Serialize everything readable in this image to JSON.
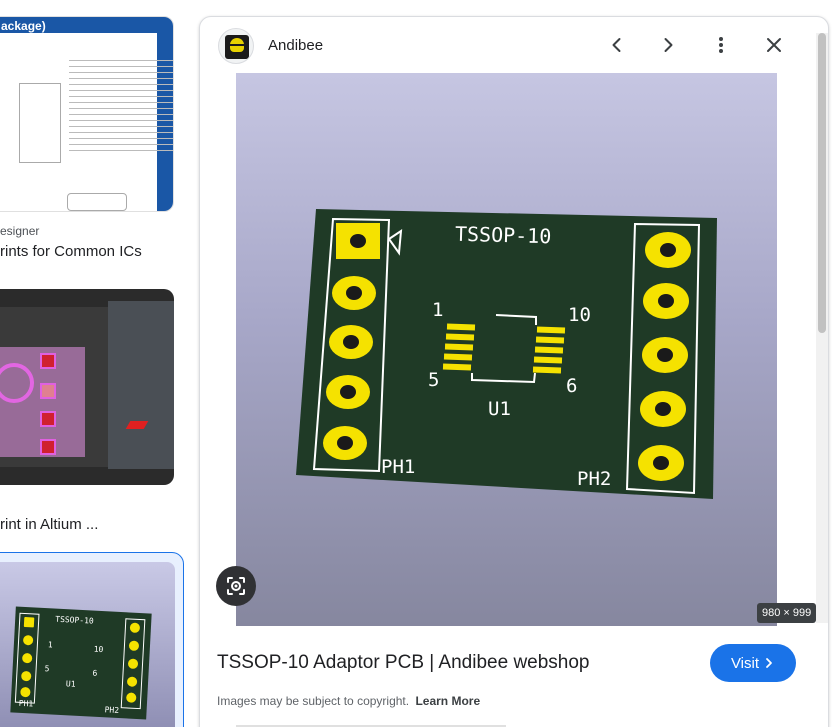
{
  "left_results": [
    {
      "thumbnail_caption": "ackage)",
      "source": "esigner",
      "title": "rints for Common ICs"
    },
    {
      "title": "rint in Altium ..."
    },
    {
      "mini_labels": {
        "chip": "TSSOP-10",
        "pin1": "1",
        "pin10": "10",
        "pin5": "5",
        "pin6": "6",
        "u1": "U1",
        "ph1": "PH1",
        "ph2": "PH2"
      }
    }
  ],
  "panel": {
    "site_name": "Andibee",
    "icons": {
      "logo": "andibee-logo",
      "prev": "chevron-left-icon",
      "next": "chevron-right-icon",
      "more": "more-vert-icon",
      "close": "close-icon",
      "lens": "lens-icon"
    },
    "image": {
      "dimensions": "980 × 999",
      "pcb_labels": {
        "chip": "TSSOP-10",
        "pin1": "1",
        "pin10": "10",
        "pin5": "5",
        "pin6": "6",
        "u1": "U1",
        "ph1": "PH1",
        "ph2": "PH2"
      }
    },
    "title": "TSSOP-10 Adaptor PCB | Andibee webshop",
    "visit_label": "Visit",
    "copyright_text": "Images may be subject to copyright.",
    "learn_more": "Learn More"
  },
  "colors": {
    "accent": "#1a73e8",
    "pcb_green": "#1f3a26",
    "pad_yellow": "#f5e200"
  }
}
